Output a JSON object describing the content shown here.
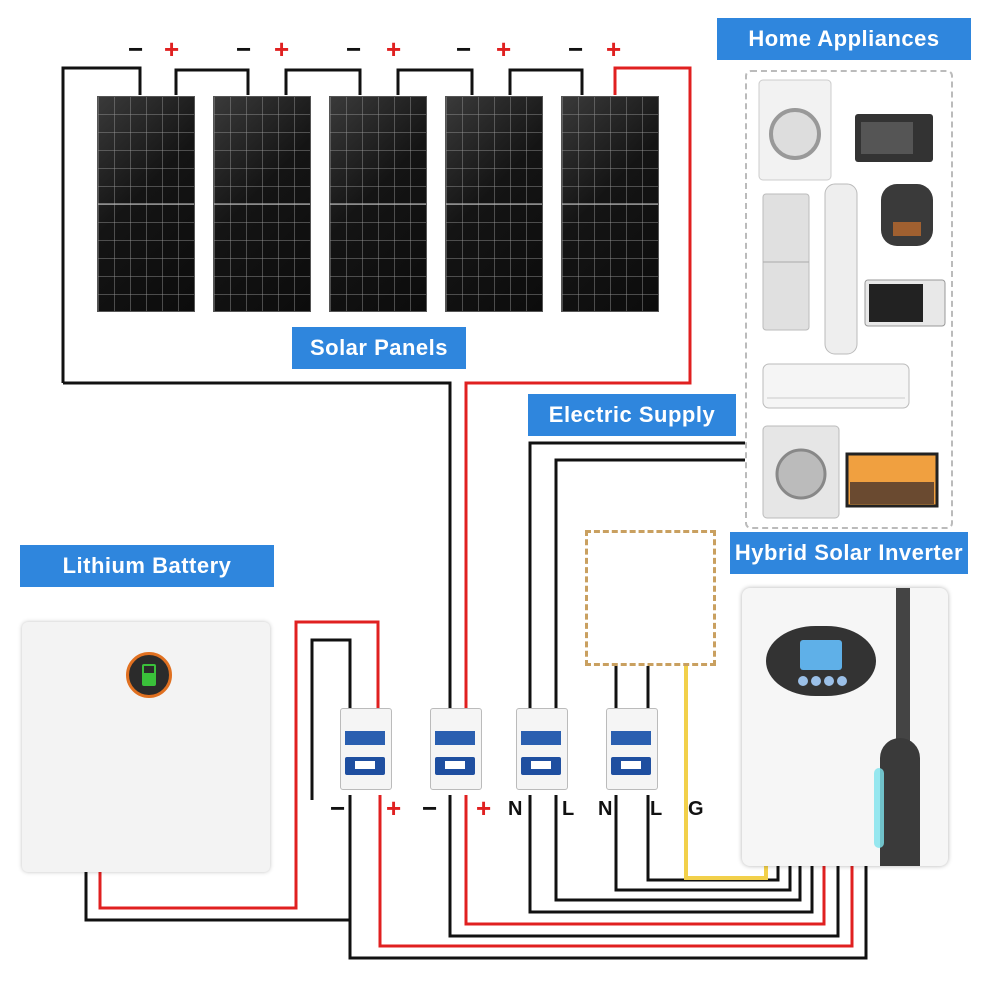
{
  "labels": {
    "home_appliances": "Home Appliances",
    "solar_panels": "Solar Panels",
    "electric_supply": "Electric Supply",
    "lithium_battery": "Lithium Battery",
    "hybrid_inverter": "Hybrid Solar Inverter"
  },
  "panel_polarity": {
    "minus": "−",
    "plus": "+"
  },
  "terminals": {
    "battery_minus": "−",
    "battery_plus": "+",
    "solar_minus": "−",
    "solar_plus": "+",
    "n1": "N",
    "l1": "L",
    "n2": "N",
    "l2": "L",
    "g": "G"
  },
  "colors": {
    "accent_label": "#2f86dd",
    "positive_wire": "#e02020",
    "negative_wire": "#111111",
    "ground_wire": "#f2d04a"
  }
}
